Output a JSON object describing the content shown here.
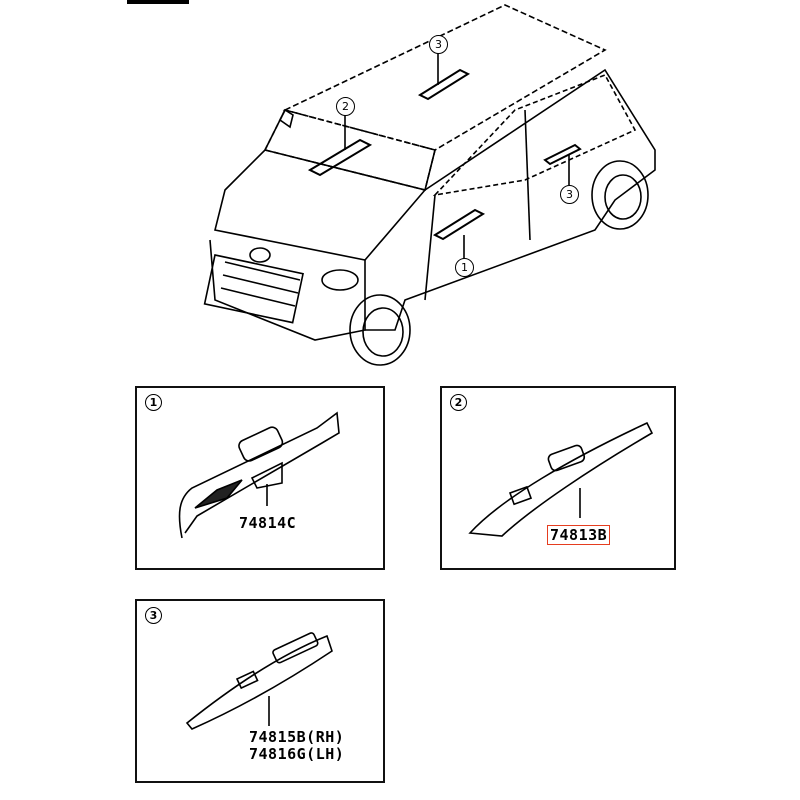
{
  "diagram": {
    "callouts": [
      "1",
      "2",
      "3",
      "3"
    ],
    "panels": [
      {
        "index": "1",
        "parts": [
          "74814C"
        ]
      },
      {
        "index": "2",
        "parts": [
          "74813B"
        ],
        "highlight_color": "#e53d1f"
      },
      {
        "index": "3",
        "parts": [
          "74815B(RH)",
          "74816G(LH)"
        ]
      }
    ]
  }
}
